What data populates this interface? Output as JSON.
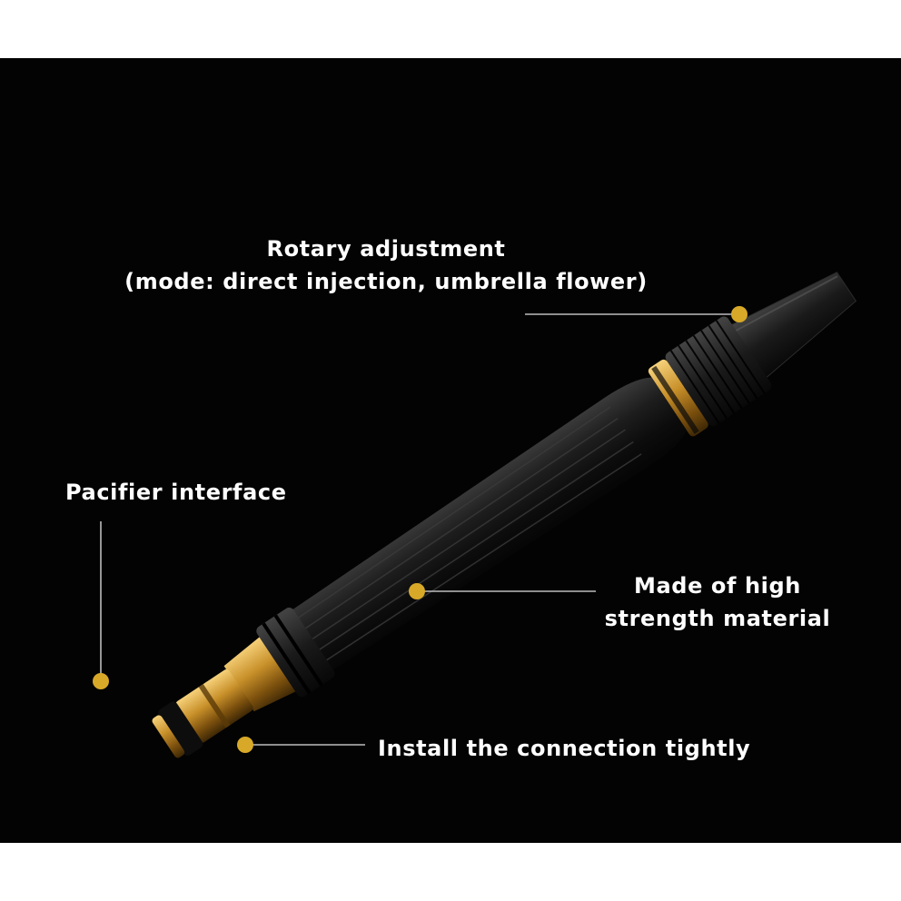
{
  "callouts": {
    "rotary": {
      "line1": "Rotary adjustment",
      "line2": "(mode: direct injection, umbrella flower)"
    },
    "pacifier": {
      "text": "Pacifier interface"
    },
    "material": {
      "line1": "Made of high",
      "line2": "strength material"
    },
    "install": {
      "text": "Install the connection tightly"
    }
  },
  "colors": {
    "background": "#030303",
    "frame": "#ffffff",
    "text": "#ffffff",
    "marker": "#d8a928",
    "leader_line": "#bdbdbd",
    "brass": "#c8902a",
    "body": "#1b1b1b"
  }
}
